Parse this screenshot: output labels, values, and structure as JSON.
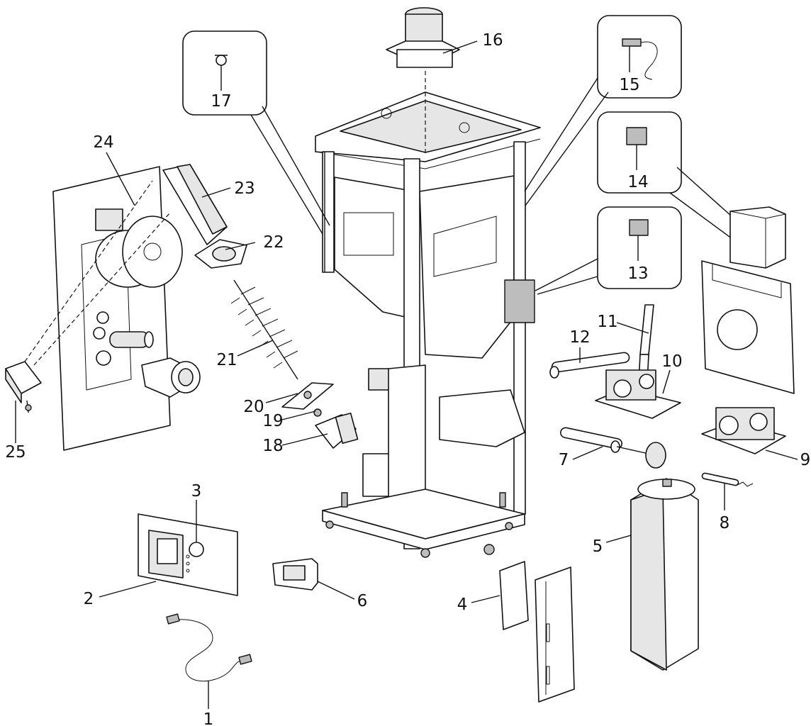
{
  "labels": [
    "1",
    "2",
    "3",
    "4",
    "5",
    "6",
    "7",
    "8",
    "9",
    "10",
    "11",
    "12",
    "13",
    "14",
    "15",
    "16",
    "17",
    "18",
    "19",
    "20",
    "21",
    "22",
    "23",
    "24",
    "25"
  ]
}
